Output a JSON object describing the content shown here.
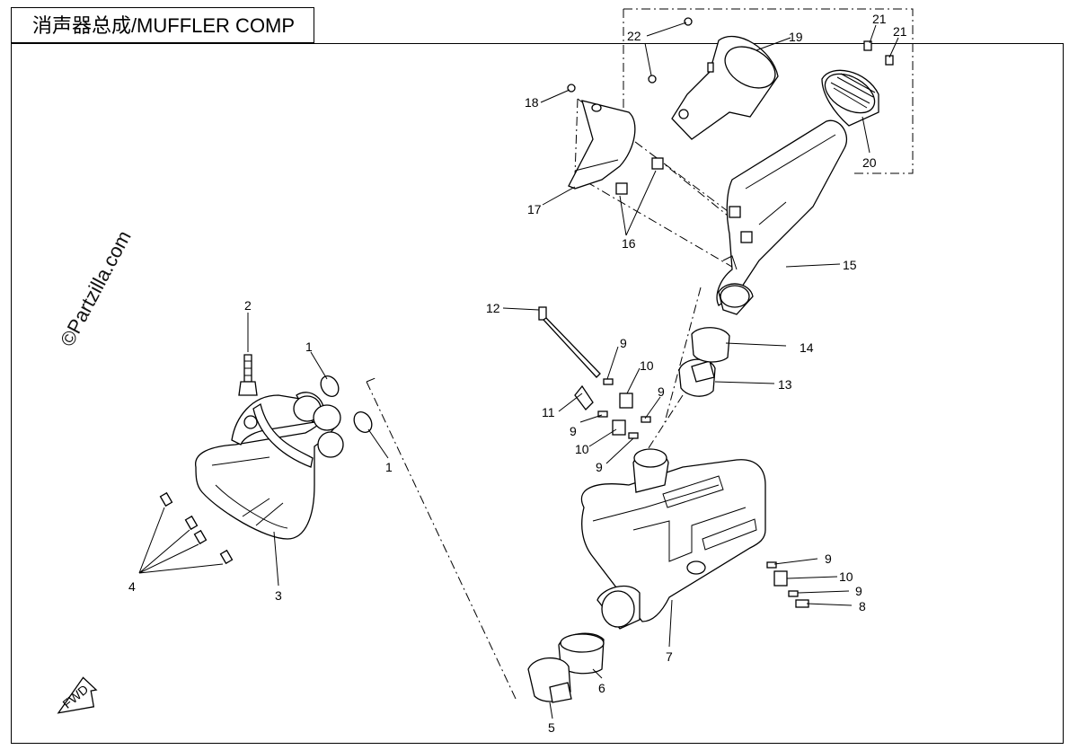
{
  "title": "消声器总成/MUFFLER COMP",
  "watermark": "©Partzilla.com",
  "fwd_label": "FWD",
  "callouts": {
    "c1a": "1",
    "c1b": "1",
    "c2": "2",
    "c3": "3",
    "c4": "4",
    "c5": "5",
    "c6": "6",
    "c7": "7",
    "c8": "8",
    "c9a": "9",
    "c9b": "9",
    "c9c": "9",
    "c9d": "9",
    "c9e": "9",
    "c9f": "9",
    "c10a": "10",
    "c10b": "10",
    "c10c": "10",
    "c11": "11",
    "c12": "12",
    "c13": "13",
    "c14": "14",
    "c15": "15",
    "c16": "16",
    "c17": "17",
    "c18": "18",
    "c19": "19",
    "c20": "20",
    "c21a": "21",
    "c21b": "21",
    "c22": "22"
  }
}
